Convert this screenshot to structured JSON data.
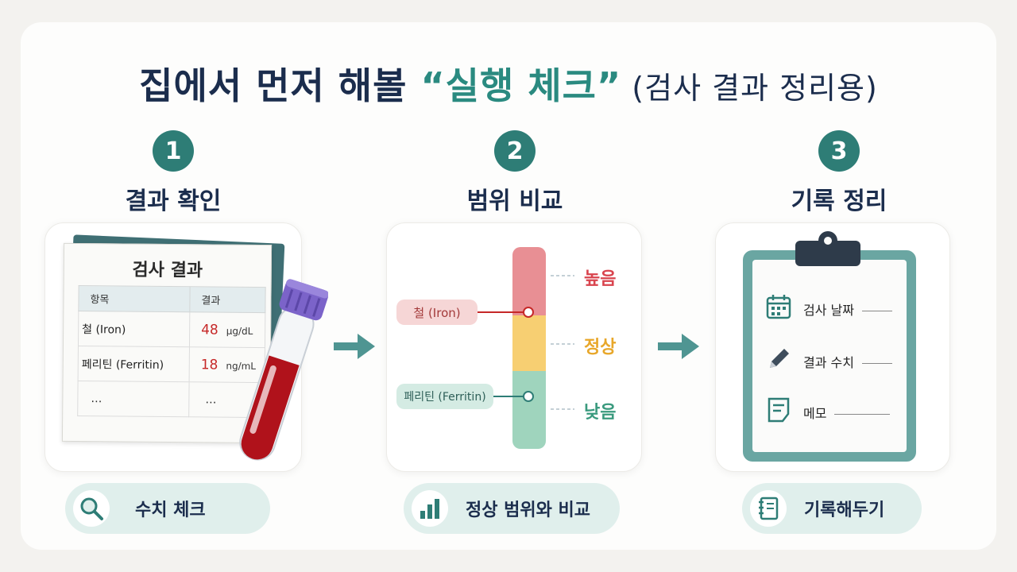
{
  "title": {
    "prefix": "집에서 먼저 해볼 ",
    "highlight": "“실행 체크”",
    "suffix": " (검사 결과 정리용)"
  },
  "steps": [
    {
      "number": "1",
      "label": "결과 확인",
      "button": "수치 체크",
      "button_icon": "magnifier-icon"
    },
    {
      "number": "2",
      "label": "범위 비교",
      "button": "정상 범위와 비교",
      "button_icon": "bar-chart-icon"
    },
    {
      "number": "3",
      "label": "기록 정리",
      "button": "기록해두기",
      "button_icon": "notebook-icon"
    }
  ],
  "report": {
    "title": "검사 결과",
    "headers": [
      "항목",
      "결과"
    ],
    "rows": [
      {
        "item": "철 (Iron)",
        "value": "48",
        "unit": "μg/dL"
      },
      {
        "item": "페리틴 (Ferritin)",
        "value": "18",
        "unit": "ng/mL"
      },
      {
        "item": "…",
        "value": "…",
        "unit": ""
      }
    ]
  },
  "range": {
    "high": "높음",
    "normal": "정상",
    "low": "낮음",
    "markers": [
      {
        "label": "철 (Iron)",
        "zone": "high"
      },
      {
        "label": "페리틴 (Ferritin)",
        "zone": "low"
      }
    ]
  },
  "record": {
    "fields": [
      {
        "label": "검사 날짜",
        "icon": "calendar-icon"
      },
      {
        "label": "결과 수치",
        "icon": "pencil-icon"
      },
      {
        "label": "메모",
        "icon": "note-icon"
      }
    ]
  },
  "colors": {
    "primary": "#2e7d76",
    "title": "#1b2d4d",
    "high": "#e88f94",
    "normal": "#f7cf72",
    "low": "#9fd4bd",
    "alert": "#c62828"
  }
}
